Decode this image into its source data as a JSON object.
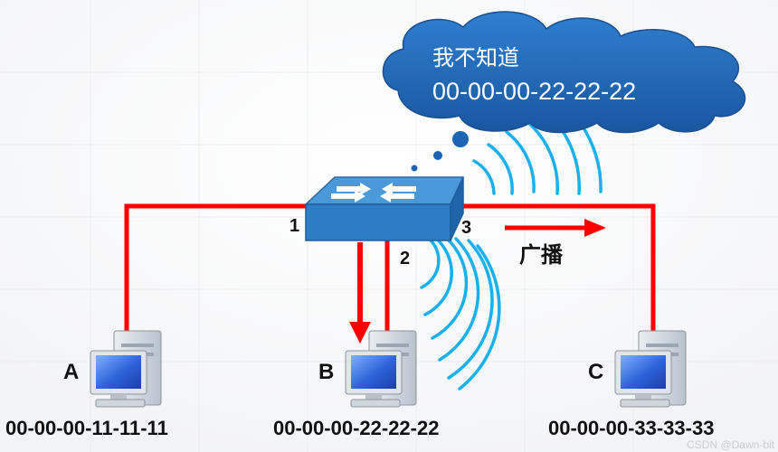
{
  "cloud": {
    "line1": "我不知道",
    "line2": "00-00-00-22-22-22"
  },
  "ports": {
    "p1": "1",
    "p2": "2",
    "p3": "3"
  },
  "broadcast_label": "广播",
  "hosts": [
    {
      "name": "A",
      "mac": "00-00-00-11-11-11"
    },
    {
      "name": "B",
      "mac": "00-00-00-22-22-22"
    },
    {
      "name": "C",
      "mac": "00-00-00-33-33-33"
    }
  ],
  "watermark": "CSDN @Dawn-bit",
  "colors": {
    "link": "#ff0000",
    "cloud": "#1e64b4",
    "wave": "#1ab0ee",
    "switch_top": "#3a8fd0",
    "switch_front": "#2a76bf"
  }
}
